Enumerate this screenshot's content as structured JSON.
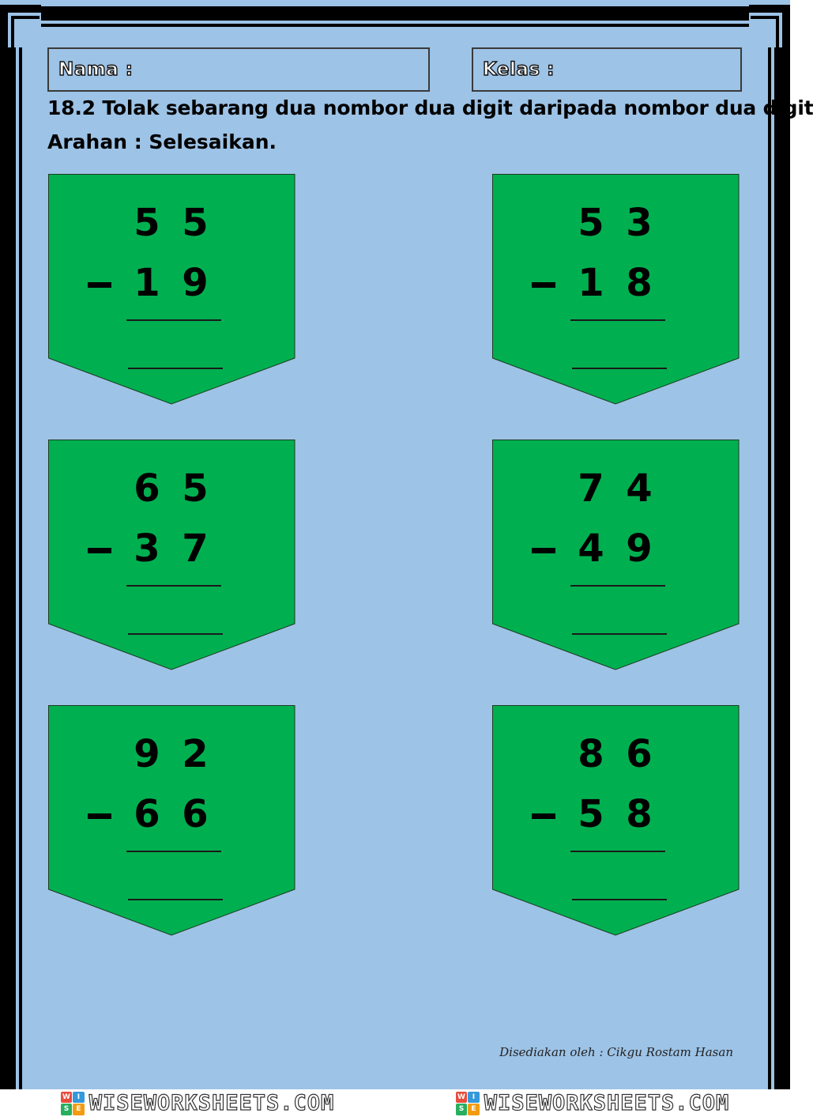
{
  "header": {
    "name_label": "Nama :",
    "class_label": "Kelas :"
  },
  "title": "18.2 Tolak sebarang dua nombor dua digit daripada nombor dua digit",
  "instruction": "Arahan : Selesaikan.",
  "problems": [
    {
      "top": [
        "5",
        "5"
      ],
      "bottom": [
        "1",
        "9"
      ]
    },
    {
      "top": [
        "5",
        "3"
      ],
      "bottom": [
        "1",
        "8"
      ]
    },
    {
      "top": [
        "6",
        "5"
      ],
      "bottom": [
        "3",
        "7"
      ]
    },
    {
      "top": [
        "7",
        "4"
      ],
      "bottom": [
        "4",
        "9"
      ]
    },
    {
      "top": [
        "9",
        "2"
      ],
      "bottom": [
        "6",
        "6"
      ]
    },
    {
      "top": [
        "8",
        "6"
      ],
      "bottom": [
        "5",
        "8"
      ]
    }
  ],
  "credit": "Disediakan oleh : Cikgu Rostam Hasan",
  "footer": {
    "watermark": "WISEWORKSHEETS.COM",
    "logo_letters": [
      "W",
      "I",
      "S",
      "E"
    ],
    "logo_colors": [
      "#e74c3c",
      "#3498db",
      "#27ae60",
      "#f39c12"
    ]
  },
  "colors": {
    "page_background": "#9dc3e6",
    "card_fill": "#00b050",
    "frame": "#000000"
  }
}
